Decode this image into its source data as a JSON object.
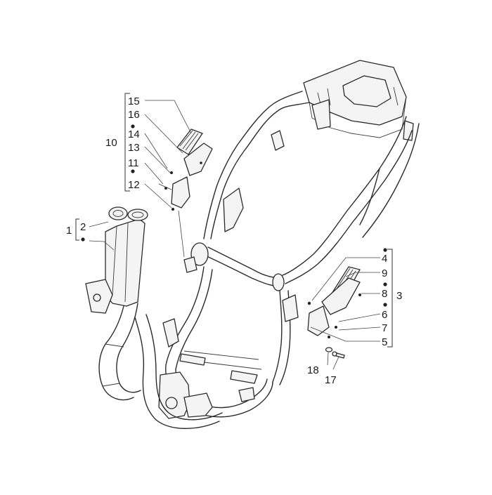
{
  "diagram": {
    "callouts": {
      "c1": "1",
      "c2": "2",
      "c3": "3",
      "c4": "4",
      "c5": "5",
      "c6": "6",
      "c7": "7",
      "c8": "8",
      "c9": "9",
      "c10": "10",
      "c11": "11",
      "c12": "12",
      "c13": "13",
      "c14": "14",
      "c15": "15",
      "c16": "16",
      "c17": "17",
      "c18": "18"
    },
    "colors": {
      "line": "#2b2b2b",
      "fill": "#f4f4f4",
      "background": "#ffffff"
    }
  }
}
